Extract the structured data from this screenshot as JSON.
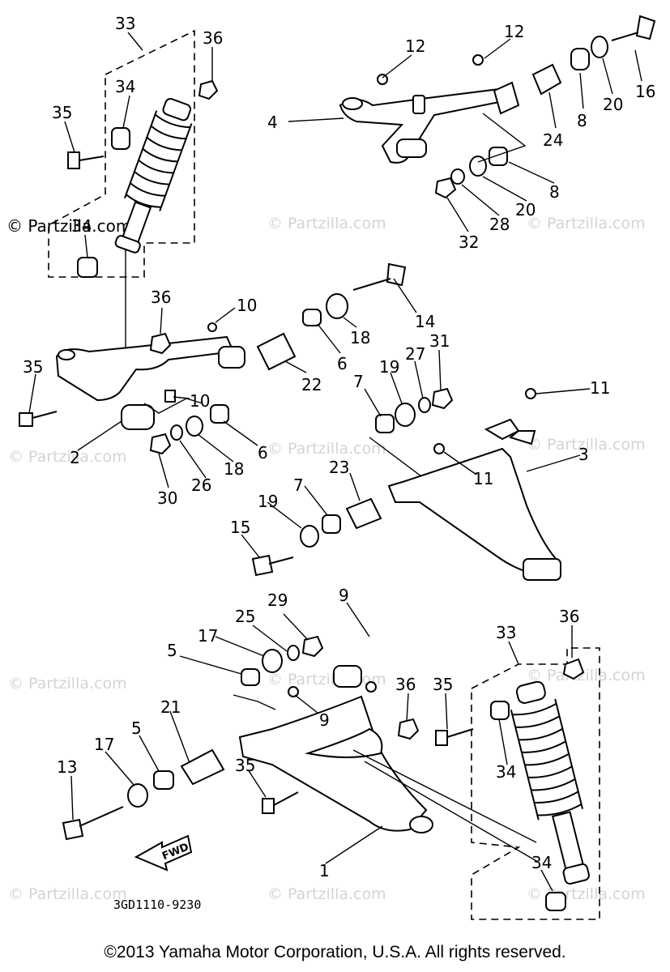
{
  "copyright": "©2013 Yamaha Motor Corporation, U.S.A. All rights reserved.",
  "drawing_code": "3GD1110-9230",
  "fwd_label": "FWD",
  "watermark": "© Partzilla.com",
  "callouts": [
    "33",
    "36",
    "34",
    "35",
    "34",
    "12",
    "12",
    "16",
    "4",
    "20",
    "8",
    "24",
    "8",
    "20",
    "28",
    "32",
    "36",
    "10",
    "14",
    "18",
    "6",
    "35",
    "22",
    "31",
    "27",
    "19",
    "7",
    "10",
    "11",
    "2",
    "6",
    "18",
    "26",
    "30",
    "23",
    "7",
    "19",
    "11",
    "3",
    "15",
    "29",
    "9",
    "25",
    "17",
    "5",
    "36",
    "35",
    "33",
    "36",
    "21",
    "9",
    "5",
    "17",
    "13",
    "34",
    "35",
    "1",
    "34"
  ]
}
